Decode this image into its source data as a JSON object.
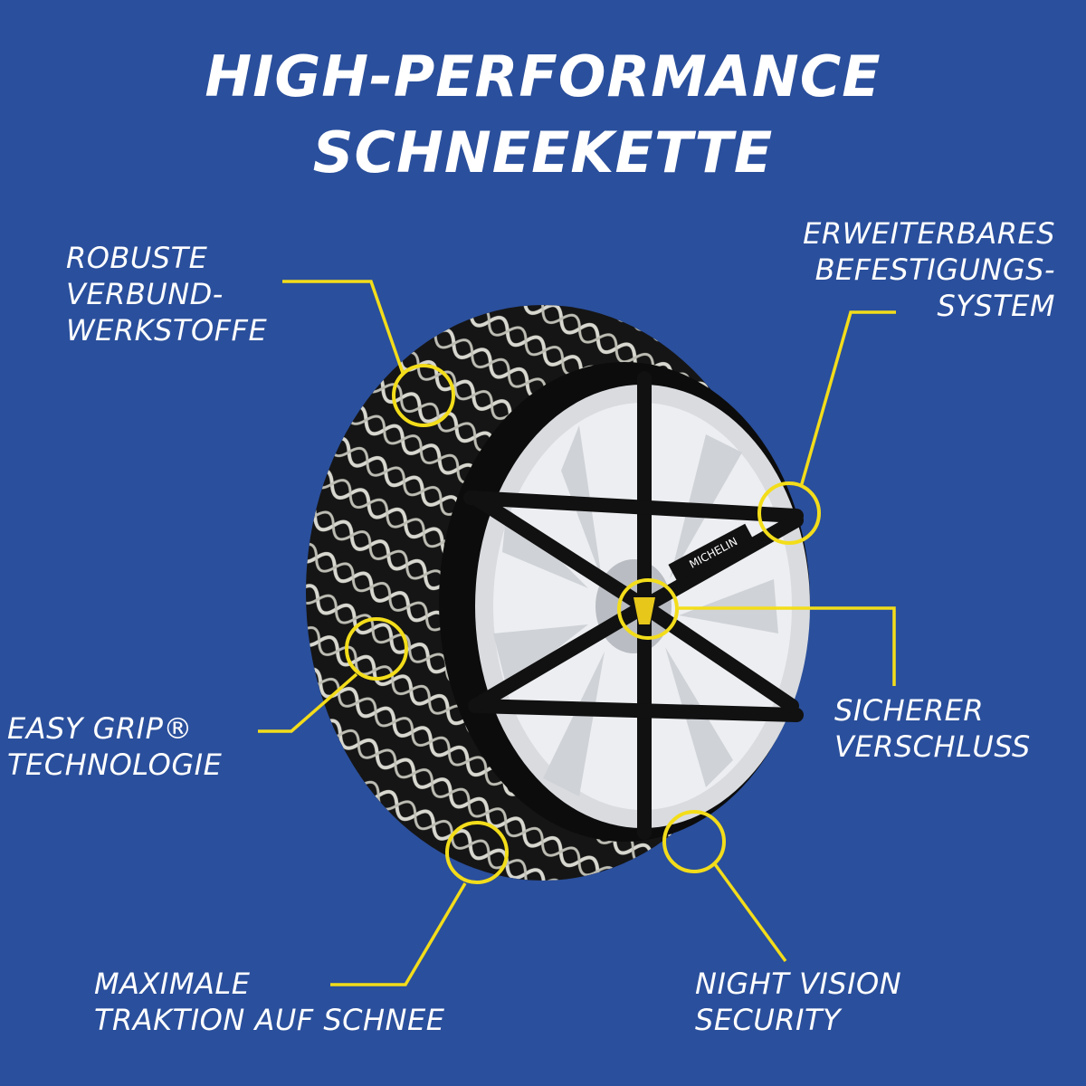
{
  "title": {
    "line1": "HIGH-PERFORMANCE",
    "line2": "SCHNEEKETTE"
  },
  "colors": {
    "background": "#2a4f9c",
    "callout": "#f3dd1a",
    "text": "#ffffff"
  },
  "features": {
    "robuste": [
      "ROBUSTE",
      "VERBUND-",
      "WERKSTOFFE"
    ],
    "befestigung": [
      "ERWEITERBARES",
      "BEFESTIGUNGS-",
      "SYSTEM"
    ],
    "easygrip": [
      "EASY GRIP®",
      "TECHNOLOGIE"
    ],
    "verschluss": [
      "SICHERER",
      "VERSCHLUSS"
    ],
    "traktion": [
      "MAXIMALE",
      "TRAKTION AUF SCHNEE"
    ],
    "nightvision": [
      "NIGHT VISION",
      "SECURITY"
    ]
  },
  "product": {
    "brand": "MICHELIN",
    "image": "tire-with-textile-snow-chain"
  }
}
